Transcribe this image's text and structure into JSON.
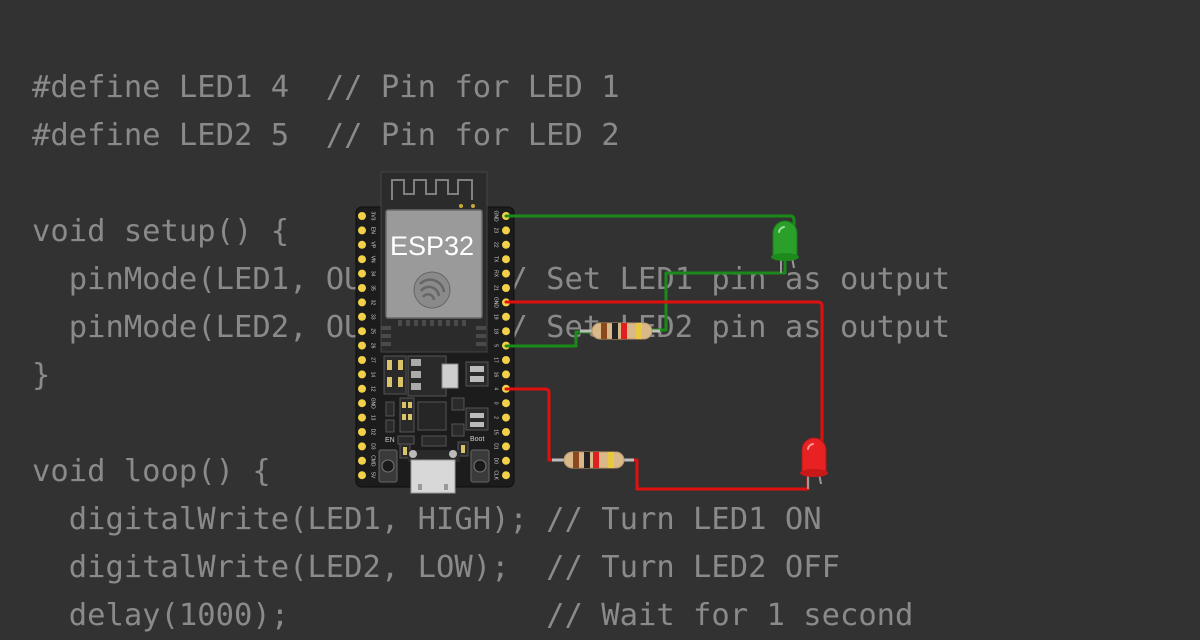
{
  "code": {
    "lines": [
      "#define LED1 4  // Pin for LED 1",
      "#define LED2 5  // Pin for LED 2",
      "",
      "void setup() {",
      "  pinMode(LED1, OUTPUT); // Set LED1 pin as output",
      "  pinMode(LED2, OUTPUT); // Set LED2 pin as output",
      "}",
      "",
      "void loop() {",
      "  digitalWrite(LED1, HIGH); // Turn LED1 ON",
      "  digitalWrite(LED2, LOW);  // Turn LED2 OFF",
      "  delay(1000);              // Wait for 1 second"
    ]
  },
  "board": {
    "chip_label": "ESP32",
    "button_en_label": "EN",
    "button_boot_label": "Boot",
    "left_pin_labels": [
      "3V3",
      "EN",
      "VP",
      "VN",
      "34",
      "35",
      "32",
      "33",
      "25",
      "26",
      "27",
      "14",
      "12",
      "GND",
      "13",
      "D2",
      "D3",
      "CMD",
      "5V"
    ],
    "right_pin_labels": [
      "GND",
      "23",
      "22",
      "TX",
      "RX",
      "21",
      "GND",
      "19",
      "18",
      "5",
      "17",
      "16",
      "4",
      "0",
      "2",
      "15",
      "D1",
      "D0",
      "CLK"
    ]
  },
  "colors": {
    "background": "#323232",
    "code_text": "#8a8a8a",
    "wire_green": "#1a8a1a",
    "wire_red": "#e01010",
    "led1": "#2aa02a",
    "led2": "#e82222",
    "pin_gold": "#f3d04a"
  }
}
